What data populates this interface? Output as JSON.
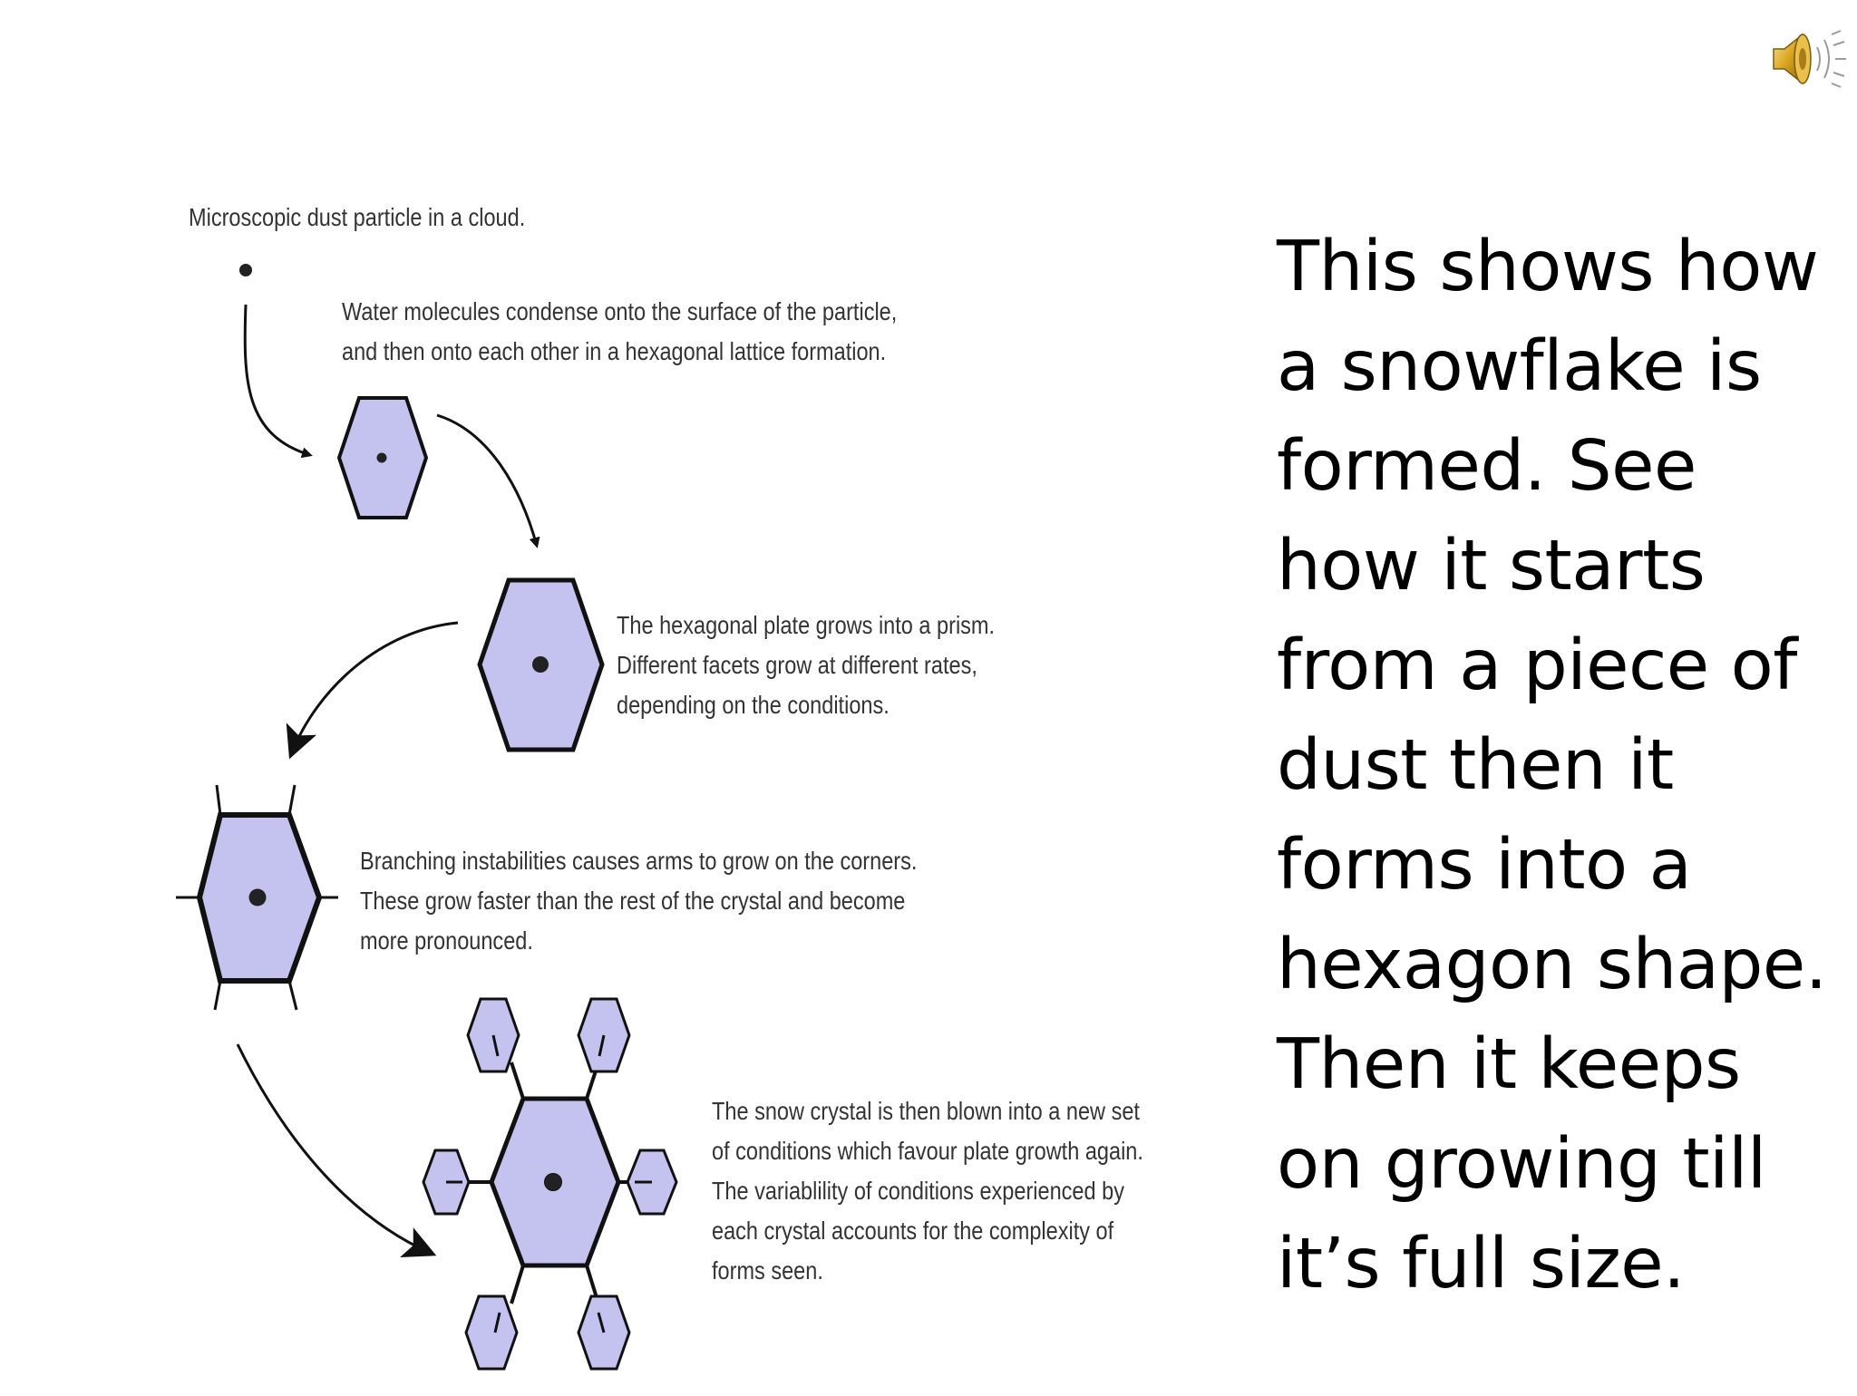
{
  "slide": {
    "audio_icon": "speaker-icon",
    "colors": {
      "hexagon_fill": "#c4c2ee",
      "outline": "#111111",
      "caption": "#333333"
    },
    "diagram": {
      "steps": [
        {
          "lines": [
            "Microscopic dust particle in a cloud."
          ]
        },
        {
          "lines": [
            "Water molecules condense onto the surface of the particle,",
            "and then onto each other in a hexagonal lattice formation."
          ]
        },
        {
          "lines": [
            "The hexagonal plate grows into a prism.",
            "Different facets grow at different rates,",
            "depending on the conditions."
          ]
        },
        {
          "lines": [
            "Branching instabilities causes arms to grow on the corners.",
            "These grow faster than the rest of the crystal and become",
            "more pronounced."
          ]
        },
        {
          "lines": [
            "The snow crystal is then blown into a new set",
            "of conditions which favour plate growth again.",
            "The variablility of conditions experienced by",
            "each crystal accounts for the complexity of",
            "forms seen."
          ]
        }
      ]
    },
    "description": "This shows how a snowflake is formed. See how it starts from a piece of dust then it forms into a hexagon shape. Then it keeps on growing till it’s full size."
  }
}
